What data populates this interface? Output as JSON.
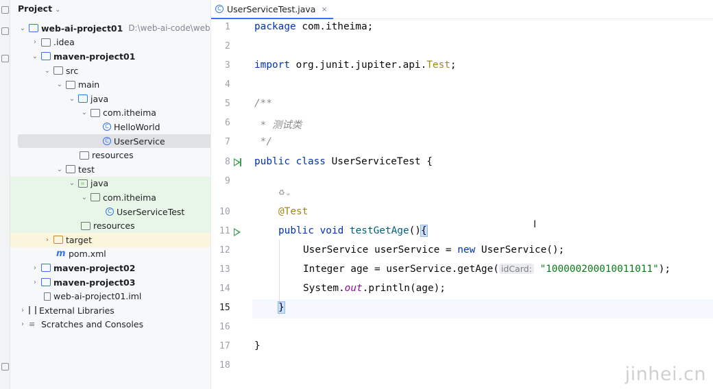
{
  "project_panel": {
    "title": "Project",
    "tree": [
      {
        "name": "web-ai-project01",
        "path": "D:\\web-ai-code\\web-ai",
        "bold": true
      },
      {
        "name": ".idea"
      },
      {
        "name": "maven-project01",
        "bold": true
      },
      {
        "name": "src"
      },
      {
        "name": "main"
      },
      {
        "name": "java"
      },
      {
        "name": "com.itheima"
      },
      {
        "name": "HelloWorld"
      },
      {
        "name": "UserService"
      },
      {
        "name": "resources"
      },
      {
        "name": "test"
      },
      {
        "name": "java"
      },
      {
        "name": "com.itheima"
      },
      {
        "name": "UserServiceTest"
      },
      {
        "name": "resources"
      },
      {
        "name": "target"
      },
      {
        "name": "pom.xml"
      },
      {
        "name": "maven-project02",
        "bold": true
      },
      {
        "name": "maven-project03",
        "bold": true
      },
      {
        "name": "web-ai-project01.iml"
      },
      {
        "name": "External Libraries"
      },
      {
        "name": "Scratches and Consoles"
      }
    ]
  },
  "editor": {
    "tab": {
      "label": "UserServiceTest.java",
      "close": "×"
    },
    "line_numbers": [
      "1",
      "2",
      "3",
      "4",
      "5",
      "6",
      "7",
      "8",
      "9",
      "10",
      "11",
      "12",
      "13",
      "14",
      "15",
      "16",
      "17",
      "18"
    ],
    "code": {
      "l1_kw": "package",
      "l1_rest": " com.itheima;",
      "l3_kw": "import",
      "l3_rest": " org.junit.jupiter.api.",
      "l3_ann": "Test",
      "l3_end": ";",
      "l5": "/**",
      "l6": " * 测试类",
      "l7": " */",
      "l8_kw": "public class",
      "l8_rest": " UserServiceTest {",
      "l10": "@Test",
      "l11_kw": "public void",
      "l11_fn": " testGetAge",
      "l11_paren": "()",
      "l11_brace": "{",
      "l12_a": "UserService userService = ",
      "l12_kw": "new",
      "l12_b": " UserService();",
      "l13_a": "Integer age = userService.getAge(",
      "l13_hint": "idCard:",
      "l13_str": "\"100000200010011011\"",
      "l13_b": ");",
      "l14_a": "System.",
      "l14_fld": "out",
      "l14_b": ".println(age);",
      "l15": "}",
      "l17": "}"
    },
    "codelens": "♻⌄"
  },
  "watermark": "jinhei.cn",
  "colors": {
    "accent": "#3574f0",
    "keyword": "#0033b3",
    "string": "#067d17",
    "annotation": "#9e880d",
    "comment": "#8c8c8c",
    "test_bg": "#e8f6e7",
    "excluded_bg": "#fbf5dc",
    "run": "#389e54"
  }
}
